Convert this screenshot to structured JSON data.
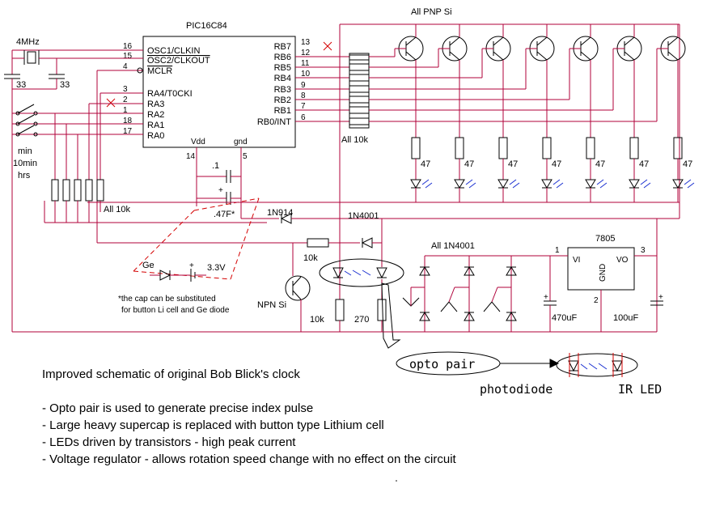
{
  "chip": {
    "name": "PIC16C84",
    "left_pins": [
      {
        "num": "16",
        "name": "OSC1/CLKIN"
      },
      {
        "num": "15",
        "name": "OSC2/CLKOUT"
      },
      {
        "num": "4",
        "name": "MCLR"
      },
      {
        "num": "3",
        "name": "RA4/T0CKI"
      },
      {
        "num": "2",
        "name": "RA3"
      },
      {
        "num": "1",
        "name": "RA2"
      },
      {
        "num": "18",
        "name": "RA1"
      },
      {
        "num": "17",
        "name": "RA0"
      }
    ],
    "right_pins": [
      {
        "num": "13",
        "name": "RB7"
      },
      {
        "num": "12",
        "name": "RB6"
      },
      {
        "num": "11",
        "name": "RB5"
      },
      {
        "num": "10",
        "name": "RB4"
      },
      {
        "num": "9",
        "name": "RB3"
      },
      {
        "num": "8",
        "name": "RB2"
      },
      {
        "num": "7",
        "name": "RB1"
      },
      {
        "num": "6",
        "name": "RB0/INT"
      }
    ],
    "vdd_label": "Vdd",
    "vdd_pin": "14",
    "gnd_label": "gnd",
    "gnd_pin": "5"
  },
  "labels": {
    "crystal": "4MHz",
    "cap_left": "33",
    "cap_right": "33",
    "pnp": "All PNP Si",
    "rb_resistors": "All 10k",
    "led_resistor": "47",
    "switch_labels": [
      "min",
      "10min",
      "hrs"
    ],
    "pullups": "All 10k",
    "cap_small": ".1",
    "cap_big": ".47F*",
    "diode_1n914": "1N914",
    "diode_1n4001": "1N4001",
    "bridge": "All 1N4001",
    "regulator": "7805",
    "reg_pin1": "1",
    "reg_pin3": "3",
    "reg_pin2": "2",
    "reg_vi": "VI",
    "reg_vo": "VO",
    "reg_gnd": "GND",
    "r_10k_top": "10k",
    "r_10k_bottom": "10k",
    "r_270": "270",
    "npn": "NPN Si",
    "ge": "Ge",
    "battery": "3.3V",
    "cap_note": [
      "*the cap can be substituted",
      "for button Li cell and Ge diode"
    ],
    "cap_470": "470uF",
    "cap_100": "100uF",
    "opto_pair": "opto pair",
    "photodiode": "photodiode",
    "ir_led": "IR LED",
    "plus": "+"
  },
  "notes": {
    "title": "Improved schematic of original Bob Blick's clock",
    "items": [
      "- Opto pair is used to generate precise index pulse",
      "- Large heavy supercap is replaced with button type Lithium cell",
      "- LEDs driven by transistors - high peak current",
      "- Voltage regulator - allows rotation speed change with no effect on the circuit"
    ]
  },
  "colors": {
    "wire": "#b0003a",
    "component": "#000000",
    "light_arrow": "#1a2fd0",
    "dashed": "#d40000"
  }
}
